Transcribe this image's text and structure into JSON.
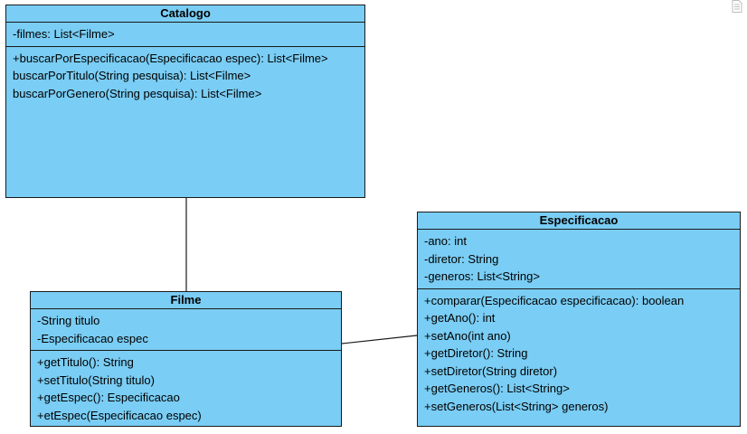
{
  "diagram": {
    "classes": [
      {
        "id": "catalogo",
        "name": "Catalogo",
        "attributes": [
          "-filmes: List<Filme>"
        ],
        "operations": [
          "+buscarPorEspecificacao(Especificacao espec): List<Filme>",
          "buscarPorTitulo(String pesquisa): List<Filme>",
          "buscarPorGenero(String pesquisa): List<Filme>"
        ]
      },
      {
        "id": "filme",
        "name": "Filme",
        "attributes": [
          "-String titulo",
          "-Especificacao espec"
        ],
        "operations": [
          "+getTitulo(): String",
          "+setTitulo(String titulo)",
          "+getEspec(): Especificacao",
          "+etEspec(Especificacao espec)"
        ]
      },
      {
        "id": "especificacao",
        "name": "Especificacao",
        "attributes": [
          "-ano: int",
          "-diretor: String",
          "-generos: List<String>"
        ],
        "operations": [
          "+comparar(Especificacao especificacao): boolean",
          "+getAno(): int",
          "+setAno(int ano)",
          "+getDiretor(): String",
          "+setDiretor(String diretor)",
          "+getGeneros(): List<String>",
          "+setGeneros(List<String> generos)"
        ]
      }
    ],
    "associations": [
      {
        "from": "catalogo",
        "to": "filme"
      },
      {
        "from": "filme",
        "to": "especificacao"
      }
    ]
  },
  "colors": {
    "class_fill": "#7acdf4",
    "border": "#1a1a1a",
    "icon": "#bdbdbd"
  },
  "icons": {
    "corner": "page-icon"
  }
}
